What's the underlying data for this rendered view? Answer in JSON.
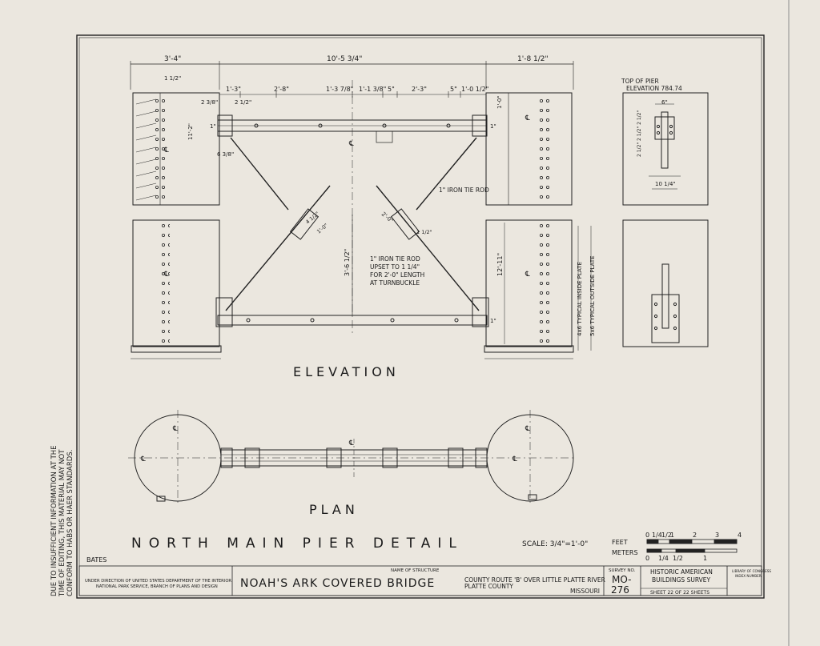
{
  "sheet": {
    "side_note": [
      "DUE TO INSUFFICIENT INFORMATION AT THE",
      "TIME OF EDITING, THIS MATERIAL MAY NOT",
      "CONFORM TO HABS OR HAER STANDARDS."
    ],
    "delineator": "BATES"
  },
  "views": {
    "elevation_label": "ELEVATION",
    "plan_label": "PLAN",
    "drawing_title": "NORTH MAIN PIER DETAIL",
    "scale_note": "SCALE: 3/4\"=1'-0\""
  },
  "dimensions": {
    "top_left": "3'-4\"",
    "top_total": "10'-5 3/4\"",
    "top_right": "1'-8 1/2\"",
    "seg_1": "1'-3\"",
    "seg_2": "2'-8\"",
    "seg_3": "1'-3 7/8\"",
    "seg_4": "1'-1 3/8\"",
    "seg_5": "5\"",
    "seg_6": "2'-3\"",
    "seg_7": "5\"",
    "seg_8": "1'-0 1/2\"",
    "d_2_3_8": "2 3/8\"",
    "d_2_1_2": "2 1/2\"",
    "d_1_1_2": "1 1/2\"",
    "d_11_2": "11'-2\"",
    "d_1_0": "1'-0\"",
    "d_6_3_8": "6 3/8\"",
    "d_1_left": "1\"",
    "d_1_right": "1\"",
    "d_1_bottom": "1\"",
    "center_height": "3'-6 1/2\"",
    "right_height": "12'-11\"",
    "tie_rod_upper": "1\" IRON TIE ROD",
    "tie_rod_note": [
      "1\" IRON TIE ROD",
      "UPSET TO 1 1/4\"",
      "FOR 2'-0\" LENGTH",
      "AT TURNBUCKLE"
    ],
    "turnbuckle_len": "2'-0\"",
    "turnbuckle_a": "1 1/2\"",
    "turnbuckle_b": "4 1/2\"",
    "turnbuckle_c": "1'-0\"",
    "inside_plate": "4x6 TYPICAL INSIDE PLATE",
    "outside_plate": "5x6 TYPICAL OUTSIDE PLATE",
    "top_of_pier": [
      "TOP OF PIER",
      "ELEVATION 784.74"
    ],
    "detail_6": "6\"",
    "detail_10": "10 1/4\"",
    "detail_side": "2 1/2\" 2 1/2\" 2 1/2\""
  },
  "scale_bar": {
    "feet_label": "FEET",
    "meters_label": "METERS",
    "feet_ticks": [
      "0",
      "1/4",
      "1/2",
      "1",
      "2",
      "3",
      "4"
    ],
    "meter_ticks": [
      "0",
      "1/4",
      "1/2",
      "1"
    ]
  },
  "title_block": {
    "agency_line1": "UNDER DIRECTION OF UNITED STATES DEPARTMENT OF THE INTERIOR",
    "agency_line2": "NATIONAL PARK SERVICE, BRANCH OF PLANS AND DESIGN",
    "name_of_structure_label": "NAME OF STRUCTURE",
    "structure_name": "NOAH'S ARK COVERED BRIDGE",
    "location_line1": "COUNTY ROUTE 'B' OVER LITTLE PLATTE RIVER",
    "location_line2": "PLATTE COUNTY",
    "location_state": "MISSOURI",
    "survey_label": "SURVEY NO.",
    "survey_no_1": "MO-",
    "survey_no_2": "276",
    "habs_line1": "HISTORIC AMERICAN",
    "habs_line2": "BUILDINGS SURVEY",
    "sheet_of": "SHEET 22 OF 22 SHEETS",
    "loc_line1": "LIBRARY OF CONGRESS",
    "loc_line2": "INDEX NUMBER"
  }
}
